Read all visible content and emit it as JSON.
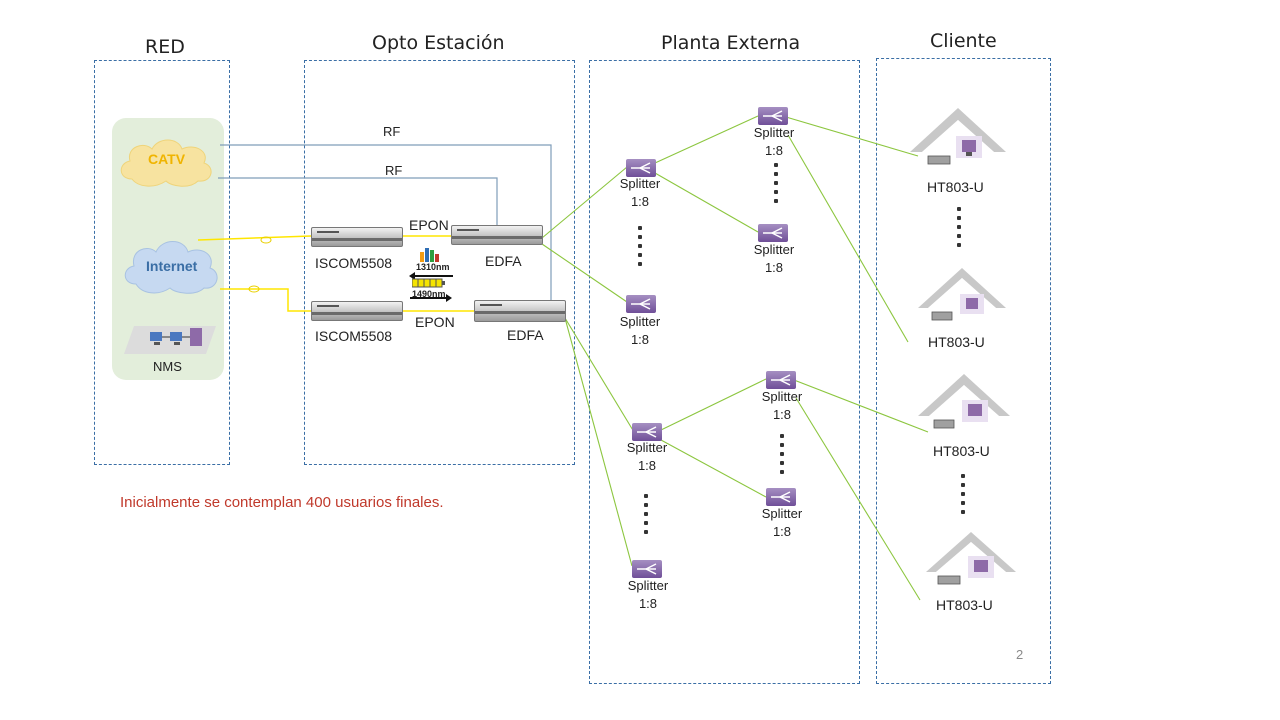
{
  "sections": {
    "red": "RED",
    "opto": "Opto Estación",
    "planta": "Planta Externa",
    "cliente": "Cliente"
  },
  "red": {
    "catv": "CATV",
    "internet": "Internet",
    "nms": "NMS"
  },
  "opto": {
    "rf_top": "RF",
    "rf_bottom": "RF",
    "epon_top": "EPON",
    "epon_bottom": "EPON",
    "olt_top": "ISCOM5508",
    "olt_bottom": "ISCOM5508",
    "edfa_top": "EDFA",
    "edfa_bottom": "EDFA",
    "wl_1310": "1310nm",
    "wl_1490": "1490nm"
  },
  "splitters": [
    {
      "line1": "Splitter",
      "line2": "1:8"
    },
    {
      "line1": "Splitter",
      "line2": "1:8"
    },
    {
      "line1": "Splitter",
      "line2": "1:8"
    },
    {
      "line1": "Splitter",
      "line2": "1:8"
    },
    {
      "line1": "Splitter",
      "line2": "1:8"
    },
    {
      "line1": "Splitter",
      "line2": "1:8"
    },
    {
      "line1": "Splitter",
      "line2": "1:8"
    },
    {
      "line1": "Splitter",
      "line2": "1:8"
    }
  ],
  "clients": [
    "HT803-U",
    "HT803-U",
    "HT803-U",
    "HT803-U"
  ],
  "note": "Inicialmente se contemplan 400 usuarios finales.",
  "page_number": "2",
  "colors": {
    "box_border": "#3a6ea5",
    "fiber": "#8cc63f",
    "rf_line": "#7f9db9",
    "ethernet": "#ffe600",
    "note": "#c0392b",
    "catv_cloud": "#f7e3a0",
    "internet_cloud": "#c6d9f1",
    "splitter": "#7a5ba6"
  },
  "icons": [
    "cloud-icon",
    "network-management-icon",
    "olt-device-icon",
    "edfa-amplifier-icon",
    "splitter-icon",
    "house-icon",
    "wavelength-icon"
  ]
}
